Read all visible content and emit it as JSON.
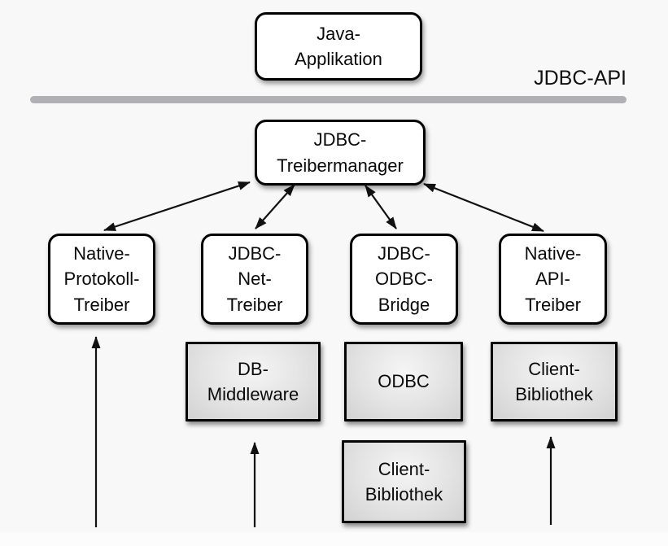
{
  "diagram": {
    "title_context": "JDBC architecture diagram (German)",
    "api_label": "JDBC-API",
    "nodes": {
      "java_application": {
        "label": "Java-\nApplikation"
      },
      "jdbc_treibermanager": {
        "label": "JDBC-\nTreibermanager"
      },
      "native_protokoll_treiber": {
        "label": "Native-\nProtokoll-\nTreiber"
      },
      "jdbc_net_treiber": {
        "label": "JDBC-\nNet-\nTreiber"
      },
      "jdbc_odbc_bridge": {
        "label": "JDBC-\nODBC-\nBridge"
      },
      "native_api_treiber": {
        "label": "Native-\nAPI-\nTreiber"
      },
      "db_middleware": {
        "label": "DB-\nMiddleware"
      },
      "odbc": {
        "label": "ODBC"
      },
      "client_bibliothek_right": {
        "label": "Client-\nBibliothek"
      },
      "client_bibliothek_bottom": {
        "label": "Client-\nBibliothek"
      }
    },
    "colors": {
      "background": "#f8f8f8",
      "box_fill_white": "#ffffff",
      "box_fill_gray": "#e0e0e0",
      "box_border": "#000000",
      "divider_gray": "#b1b1b5",
      "arrow": "#111111",
      "text": "#0a0a0a"
    }
  }
}
